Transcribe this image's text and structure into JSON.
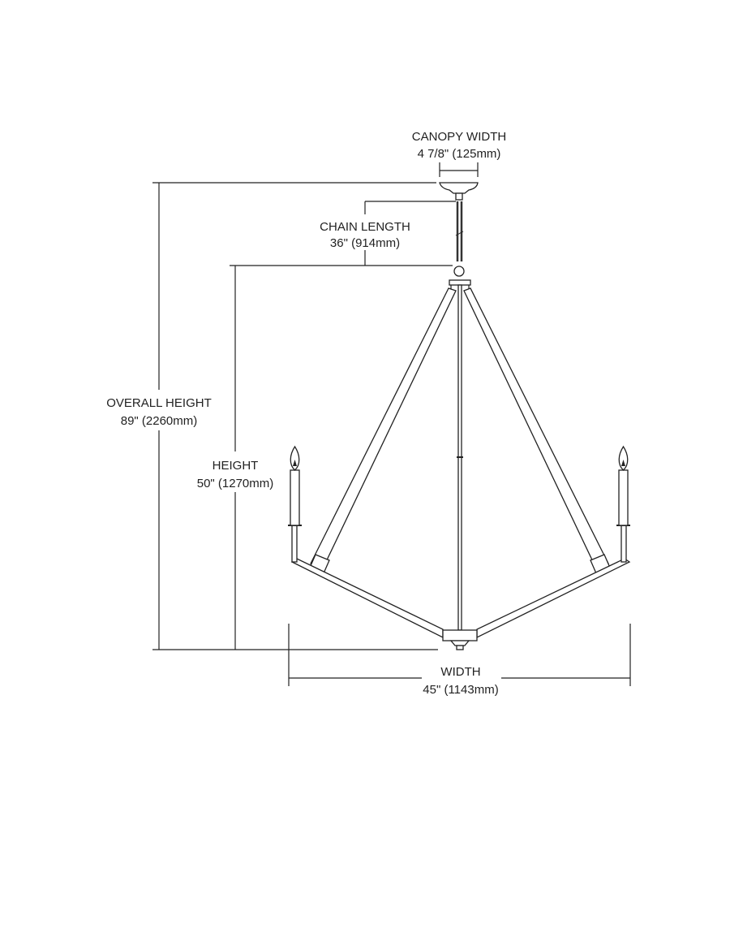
{
  "dimensions": {
    "canopy_width": {
      "label": "CANOPY WIDTH",
      "value": "4 7/8\" (125mm)"
    },
    "chain_length": {
      "label": "CHAIN LENGTH",
      "value": "36\" (914mm)"
    },
    "overall_height": {
      "label": "OVERALL HEIGHT",
      "value": "89\" (2260mm)"
    },
    "height": {
      "label": "HEIGHT",
      "value": "50\" (1270mm)"
    },
    "width": {
      "label": "WIDTH",
      "value": "45\" (1143mm)"
    }
  },
  "colors": {
    "line": "#222222",
    "background": "#ffffff"
  }
}
